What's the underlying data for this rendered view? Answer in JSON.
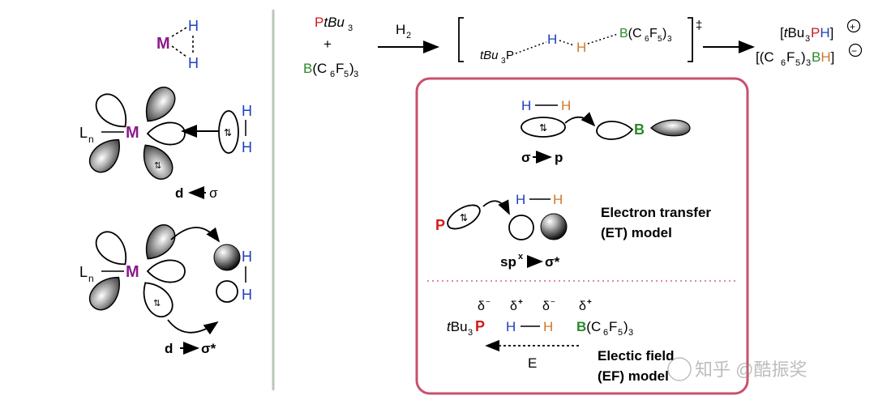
{
  "colors": {
    "metal": "#8B1A8B",
    "hydrogen_blue": "#1F3FBF",
    "hydrogen_orange": "#D2782A",
    "phosphorus": "#D11A1A",
    "boron": "#2A8A2A",
    "box_border": "#C9506B",
    "divider": "#B9C9B9",
    "dotted_line": "#D9647A"
  },
  "left": {
    "m": "M",
    "h": "H",
    "ln": "L",
    "ln_sub": "n",
    "label1_left": "d",
    "label1_right": "σ",
    "label2_left": "d",
    "label2_right": "σ*"
  },
  "top": {
    "p_prefix": "P",
    "p_tbu": "tBu",
    "sub3": "3",
    "plus": "+",
    "b_prefix": "B",
    "bcf_rest": "(C",
    "sub6": "6",
    "f": "F",
    "sub5": "5",
    "close": ")",
    "h2_h": "H",
    "h2_sub": "2",
    "ts_tbu": "tBu",
    "ts_p": "P",
    "ts_h1": "H",
    "ts_h2": "H",
    "dagger": "‡",
    "prod1_open": "[",
    "prod1_t": "t",
    "prod1_bu": "Bu",
    "prod1_close": "]",
    "prod2_open": "[(C",
    "prod2_close": ")",
    "prod2_bracket": "]",
    "plus_sign": "+",
    "minus_sign": "−"
  },
  "box": {
    "hh_h1": "H",
    "hh_h2": "H",
    "b_atom": "B",
    "sigma_p_left": "σ",
    "sigma_p_right": "p",
    "p_atom": "P",
    "et_line1": "Electron transfer",
    "et_line2": "(ET) model",
    "spx_sp": "sp",
    "spx_x": "x",
    "spx_sigma": "σ*",
    "delta_minus": "δ",
    "delta_plus": "δ",
    "sup_minus": "−",
    "sup_plus": "+",
    "ef_t": "t",
    "ef_bu": "Bu",
    "ef_e": "E",
    "ef_line1": "Electic field",
    "ef_line2": "(EF) model"
  },
  "watermark": "知乎 @酷振奖"
}
